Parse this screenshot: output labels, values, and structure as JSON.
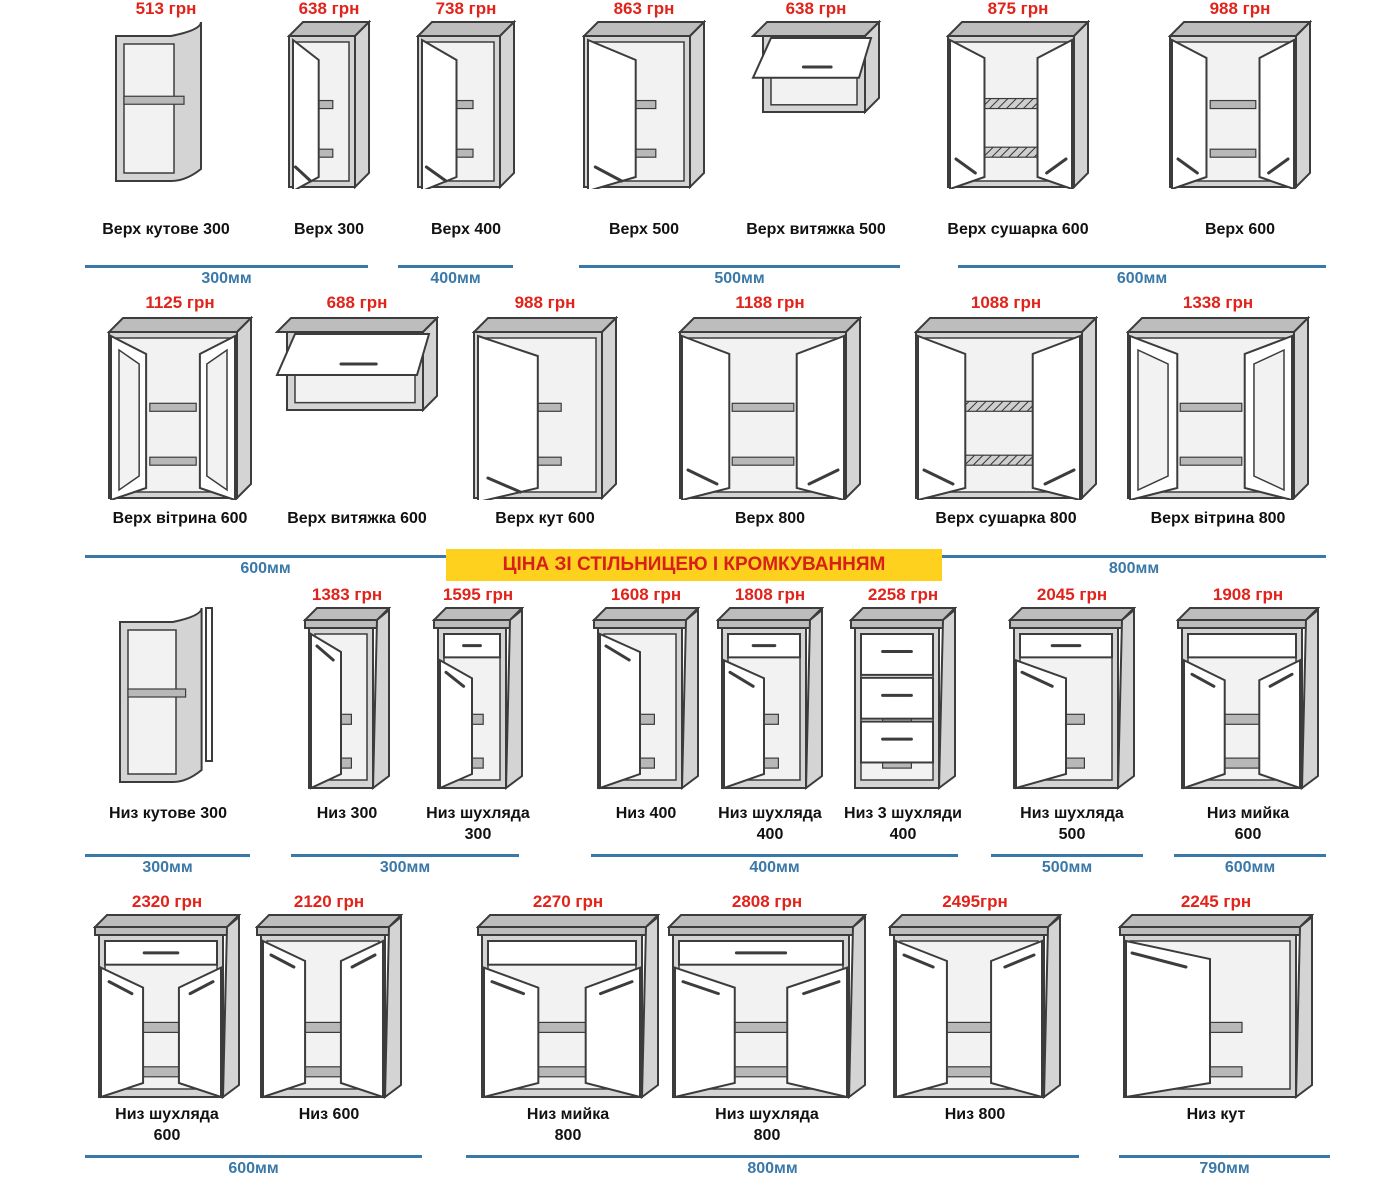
{
  "banner": "ЦІНА ЗІ СТІЛЬНИЦЕЮ І КРОМКУВАННЯМ",
  "rows": [
    {
      "items": [
        {
          "price": "513 грн",
          "label": "Верх  кутове 300",
          "kind": "corner-open"
        },
        {
          "price": "638 грн",
          "label": "Верх  300",
          "kind": "one-door"
        },
        {
          "price": "738 грн",
          "label": "Верх  400",
          "kind": "one-door"
        },
        {
          "price": "863 грн",
          "label": "Верх  500",
          "kind": "one-door"
        },
        {
          "price": "638 грн",
          "label": "Верх витяжка  500",
          "kind": "hood"
        },
        {
          "price": "875 грн",
          "label": "Верх  сушарка 600",
          "kind": "dryer"
        },
        {
          "price": "988 грн",
          "label": "Верх  600",
          "kind": "two-door"
        }
      ],
      "dims": [
        "300мм",
        "400мм",
        "500мм",
        "600мм"
      ]
    },
    {
      "items": [
        {
          "price": "1125 грн",
          "label": "Верх  вітрина 600",
          "kind": "vitrine"
        },
        {
          "price": "688 грн",
          "label": "Верх  витяжка 600",
          "kind": "hood"
        },
        {
          "price": "988 грн",
          "label": "Верх  кут 600",
          "kind": "corner-door"
        },
        {
          "price": "1188 грн",
          "label": "Верх 800",
          "kind": "two-door"
        },
        {
          "price": "1088 грн",
          "label": "Верх сушарка 800",
          "kind": "dryer"
        },
        {
          "price": "1338 грн",
          "label": "Верх вітрина 800",
          "kind": "vitrine"
        }
      ],
      "dims": [
        "600мм",
        "800мм"
      ]
    },
    {
      "items": [
        {
          "price": "",
          "label": "Низ  кутове 300",
          "kind": "corner-open-low"
        },
        {
          "price": "1383 грн",
          "label": "Низ  300",
          "kind": "low-one-door"
        },
        {
          "price": "1595 грн",
          "label": "Низ  шухляда\n300",
          "kind": "low-drawer-door"
        },
        {
          "price": "1608 грн",
          "label": "Низ  400",
          "kind": "low-one-door"
        },
        {
          "price": "1808 грн",
          "label": "Низ  шухляда\n400",
          "kind": "low-drawer-door"
        },
        {
          "price": "2258 грн",
          "label": "Низ  3 шухляди\n400",
          "kind": "low-3-drawers"
        },
        {
          "price": "2045 грн",
          "label": "Низ  шухляда\n500",
          "kind": "low-drawer-door"
        },
        {
          "price": "1908 грн",
          "label": "Низ  мийка\n600",
          "kind": "low-sink"
        }
      ],
      "dims": [
        "300мм",
        "300мм",
        "400мм",
        "500мм",
        "600мм"
      ]
    },
    {
      "items": [
        {
          "price": "2320 грн",
          "label": "Низ  шухляда\n600",
          "kind": "low-drawer-two"
        },
        {
          "price": "2120 грн",
          "label": "Низ  600",
          "kind": "low-two-door"
        },
        {
          "price": "2270 грн",
          "label": "Низ  мийка\n800",
          "kind": "low-sink-wide"
        },
        {
          "price": "2808 грн",
          "label": "Низ  шухляда\n800",
          "kind": "low-drawer-two"
        },
        {
          "price": "2495грн",
          "label": "Низ  800",
          "kind": "low-two-door"
        },
        {
          "price": "2245 грн",
          "label": "Низ  кут",
          "kind": "low-corner"
        }
      ],
      "dims": [
        "600мм",
        "800мм",
        "790мм"
      ]
    }
  ]
}
